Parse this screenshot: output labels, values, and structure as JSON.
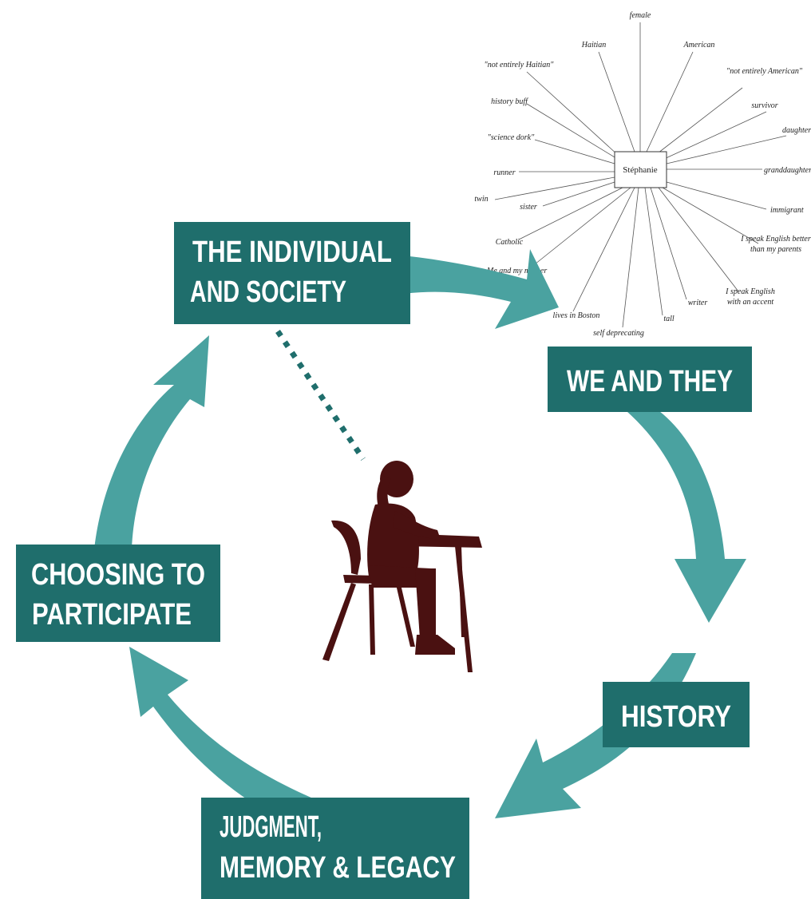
{
  "diagram": {
    "stages": [
      {
        "id": "individual",
        "lines": [
          "THE INDIVIDUAL",
          "AND SOCIETY"
        ]
      },
      {
        "id": "we-they",
        "lines": [
          "WE AND THEY"
        ]
      },
      {
        "id": "history",
        "lines": [
          "HISTORY"
        ]
      },
      {
        "id": "judgment",
        "lines": [
          "JUDGMENT,",
          "MEMORY & LEGACY"
        ]
      },
      {
        "id": "choosing",
        "lines": [
          "CHOOSING TO",
          "PARTICIPATE"
        ]
      }
    ],
    "identity_chart": {
      "center": "Stéphanie",
      "labels": [
        "female",
        "Haitian",
        "American",
        "\"not entirely American\"",
        "\"not entirely Haitian\"",
        "history buff",
        "survivor",
        "daughter",
        "\"science dork\"",
        "granddaughter",
        "runner",
        "twin",
        "sister",
        "immigrant",
        "Catholic",
        "I speak English better than my parents",
        "Me and my mother",
        "I speak English with an accent",
        "writer",
        "lives in Boston",
        "tall",
        "self deprecating"
      ]
    },
    "colors": {
      "box": "#1f6e6c",
      "arrow": "#4aa2a0",
      "silhouette": "#4a1111",
      "text": "#ffffff"
    }
  }
}
